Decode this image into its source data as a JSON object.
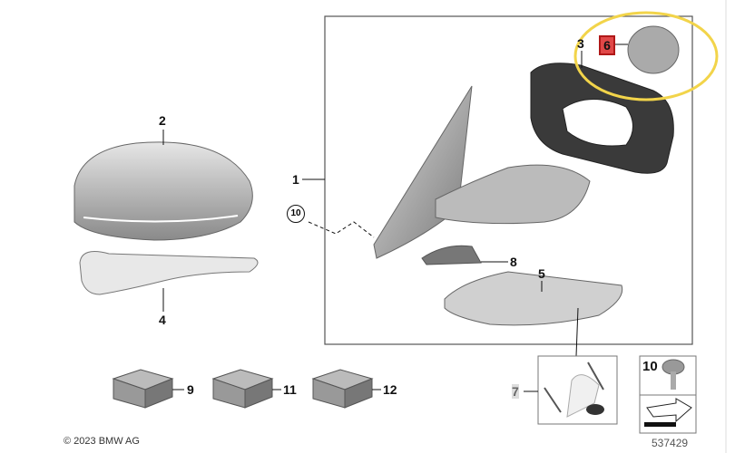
{
  "callouts": {
    "p1": "1",
    "p2": "2",
    "p3": "3",
    "p4": "4",
    "p5": "5",
    "p6": "6",
    "p7": "7",
    "p8": "8",
    "p9": "9",
    "p10_circled": "10",
    "p10": "10",
    "p11": "11",
    "p12": "12"
  },
  "highlight_color": "#f2d44a",
  "highlighted_part": "6",
  "copyright": "© 2023 BMW AG",
  "diagram_number": "537429"
}
